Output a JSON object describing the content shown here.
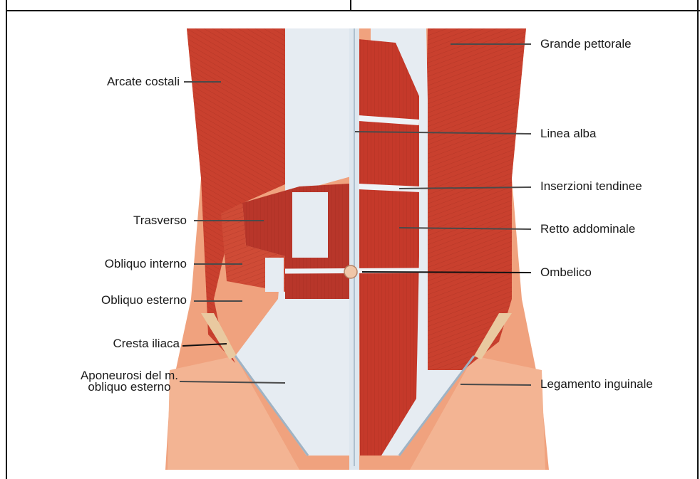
{
  "labels_left": {
    "arcate_costali": "Arcate costali",
    "trasverso": "Trasverso",
    "obliquo_interno": "Obliquo interno",
    "obliquo_esterno": "Obliquo esterno",
    "cresta_iliaca": "Cresta iliaca",
    "aponeurosi_line1": "Aponeurosi del m.",
    "aponeurosi_line2": "obliquo esterno"
  },
  "labels_right": {
    "grande_pettorale": "Grande pettorale",
    "linea_alba": "Linea alba",
    "inserzioni_tendinee": "Inserzioni tendinee",
    "retto_addominale": "Retto addominale",
    "ombelico": "Ombelico",
    "legamento_inguinale": "Legamento inguinale"
  },
  "colors": {
    "muscle": "#c9402e",
    "muscle_dark": "#a52c1f",
    "fascia": "#e6ecf2",
    "skin": "#f1a882",
    "bone": "#e9c9a0"
  }
}
